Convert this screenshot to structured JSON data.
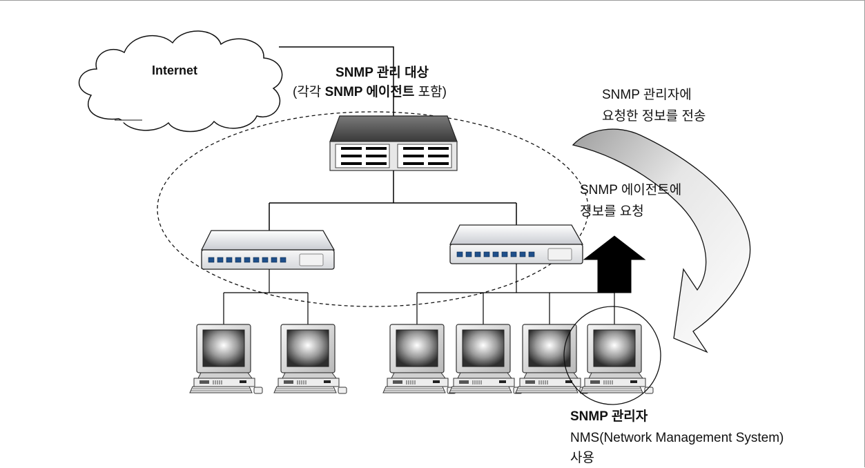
{
  "internet_label": "Internet",
  "managed_device": {
    "line1": "SNMP 관리 대상",
    "line2_a": "(각각 ",
    "line2_b": "SNMP 에이전트",
    "line2_c": " 포함)"
  },
  "response_label": {
    "line1": "SNMP 관리자에",
    "line2": "요청한 정보를 전송"
  },
  "request_label": {
    "line1": "SNMP 에이전트에",
    "line2": "정보를 요청"
  },
  "manager_label": {
    "title": "SNMP 관리자",
    "line2": "NMS(Network Management System)",
    "line3": "사용"
  },
  "colors": {
    "line": "#000000",
    "device_top": "#4a4a4a",
    "port": "#1f4f8a",
    "arrow_fill": "#c8c8c8"
  }
}
